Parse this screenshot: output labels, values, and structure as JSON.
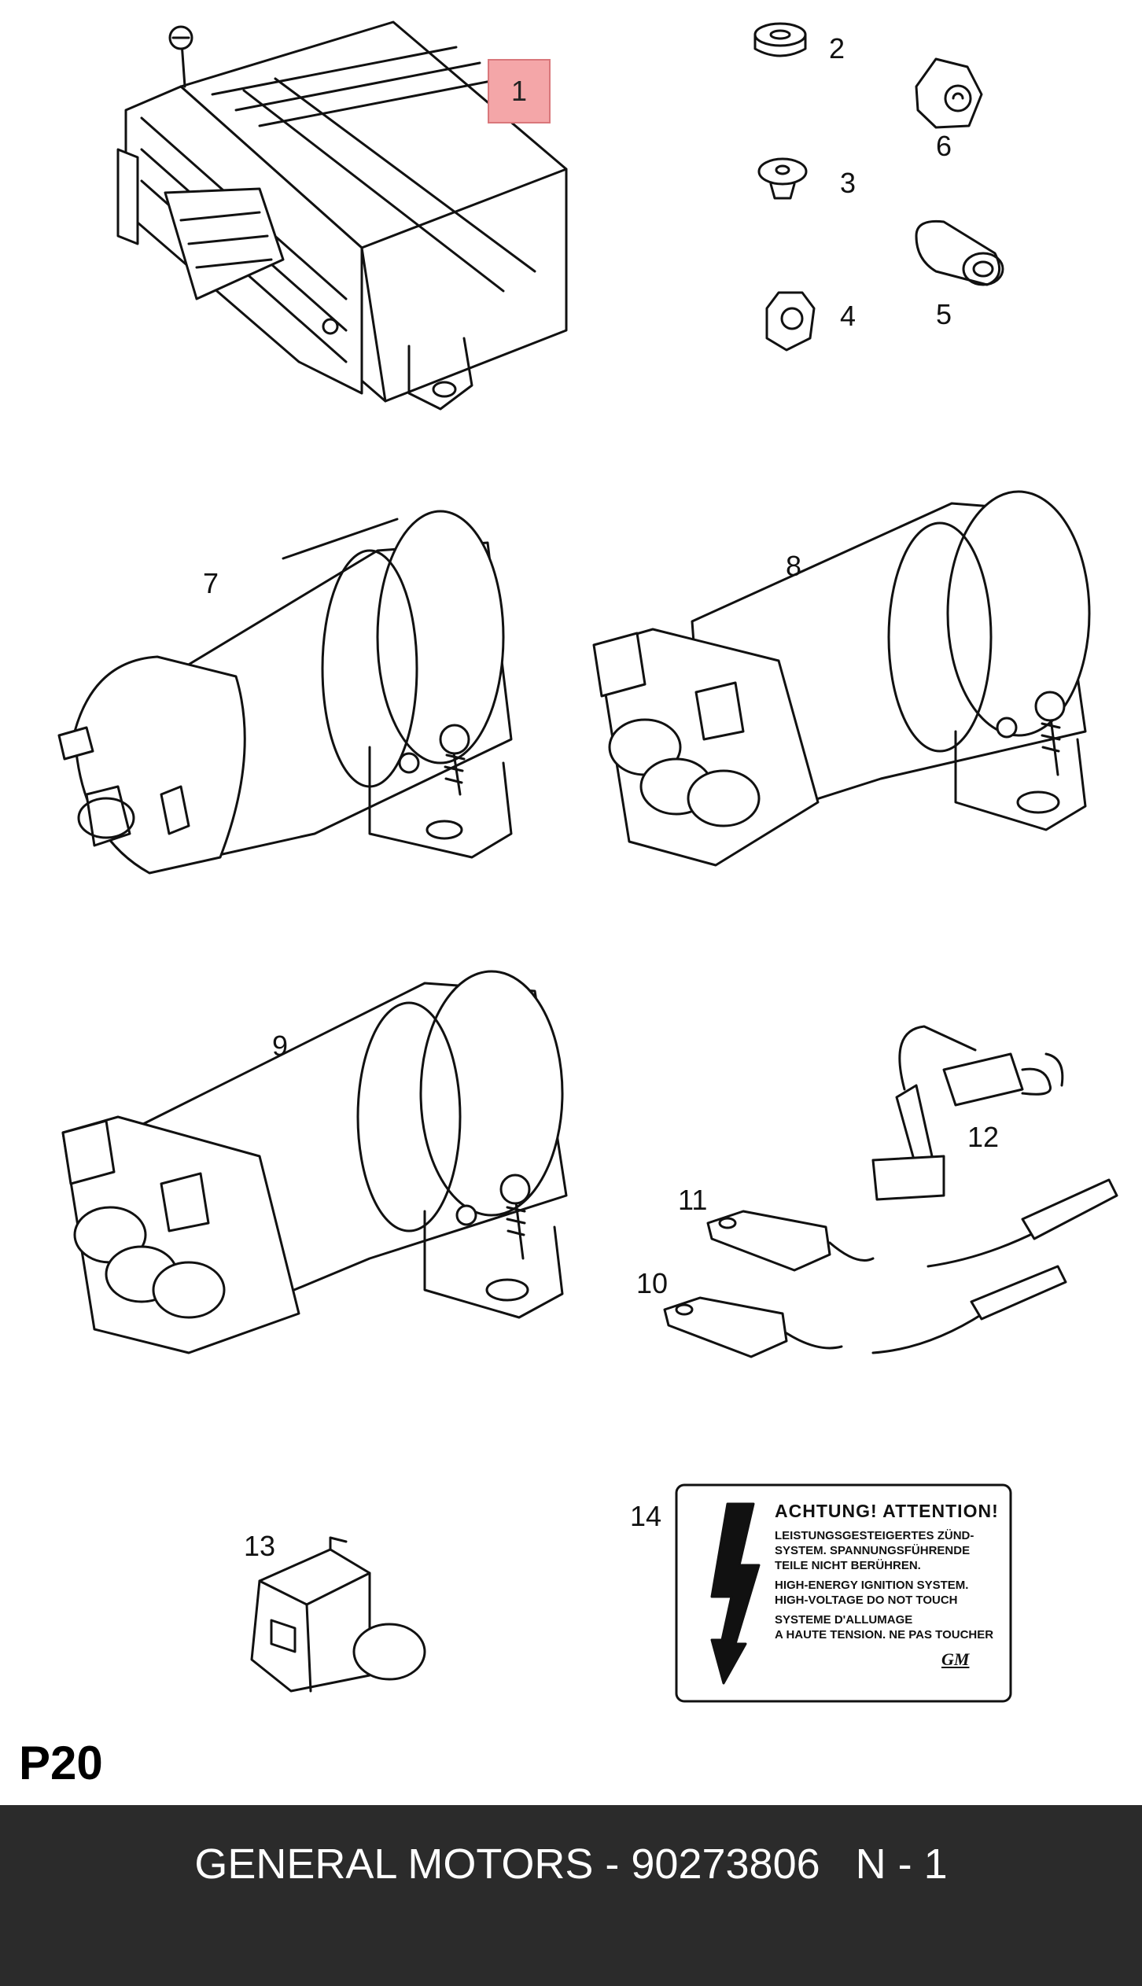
{
  "callouts": {
    "c1": "1",
    "c2": "2",
    "c3": "3",
    "c4": "4",
    "c5": "5",
    "c6": "6",
    "c7": "7",
    "c8": "8",
    "c9": "9",
    "c10": "10",
    "c11": "11",
    "c12": "12",
    "c13": "13",
    "c14": "14"
  },
  "highlight_color": "#f4a6a8",
  "label": {
    "title": "ACHTUNG! ATTENTION!",
    "de_line1": "LEISTUNGSGESTEIGERTES ZÜND-",
    "de_line2": "SYSTEM. SPANNUNGSFÜHRENDE",
    "de_line3": "TEILE NICHT BERÜHREN.",
    "en_line1": "HIGH-ENERGY IGNITION SYSTEM.",
    "en_line2": "HIGH-VOLTAGE DO NOT TOUCH",
    "fr_line1": "SYSTEME D'ALLUMAGE",
    "fr_line2": "A HAUTE TENSION. NE PAS TOUCHER",
    "brand": "GM",
    "symbol": "lightning-bolt-icon"
  },
  "page_code": "P20",
  "footer": {
    "text": "GENERAL MOTORS - 90273806   N - 1",
    "background": "#2b2b2b"
  }
}
